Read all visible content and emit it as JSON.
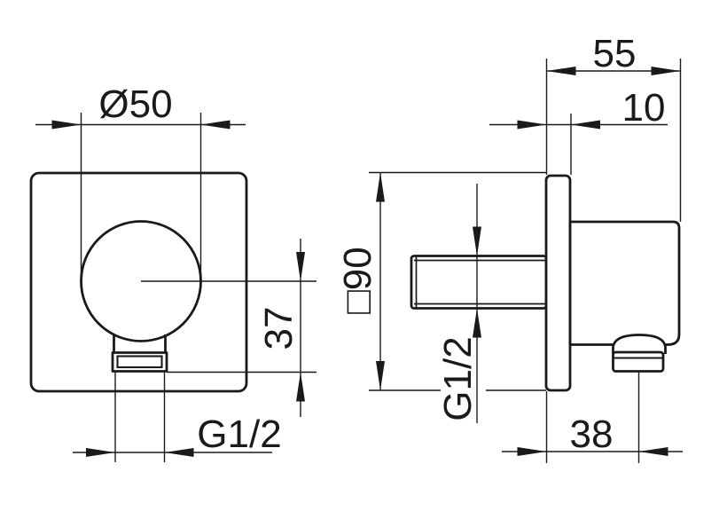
{
  "colors": {
    "background": "#ffffff",
    "line": "#1a1a1a"
  },
  "front_view": {
    "labels": {
      "diameter": "Ø50",
      "outlet_offset": "37",
      "thread": "G1/2"
    }
  },
  "side_view": {
    "labels": {
      "depth": "55",
      "plate_thickness": "10",
      "square": "□90",
      "thread": "G1/2",
      "outlet_distance": "38"
    }
  }
}
